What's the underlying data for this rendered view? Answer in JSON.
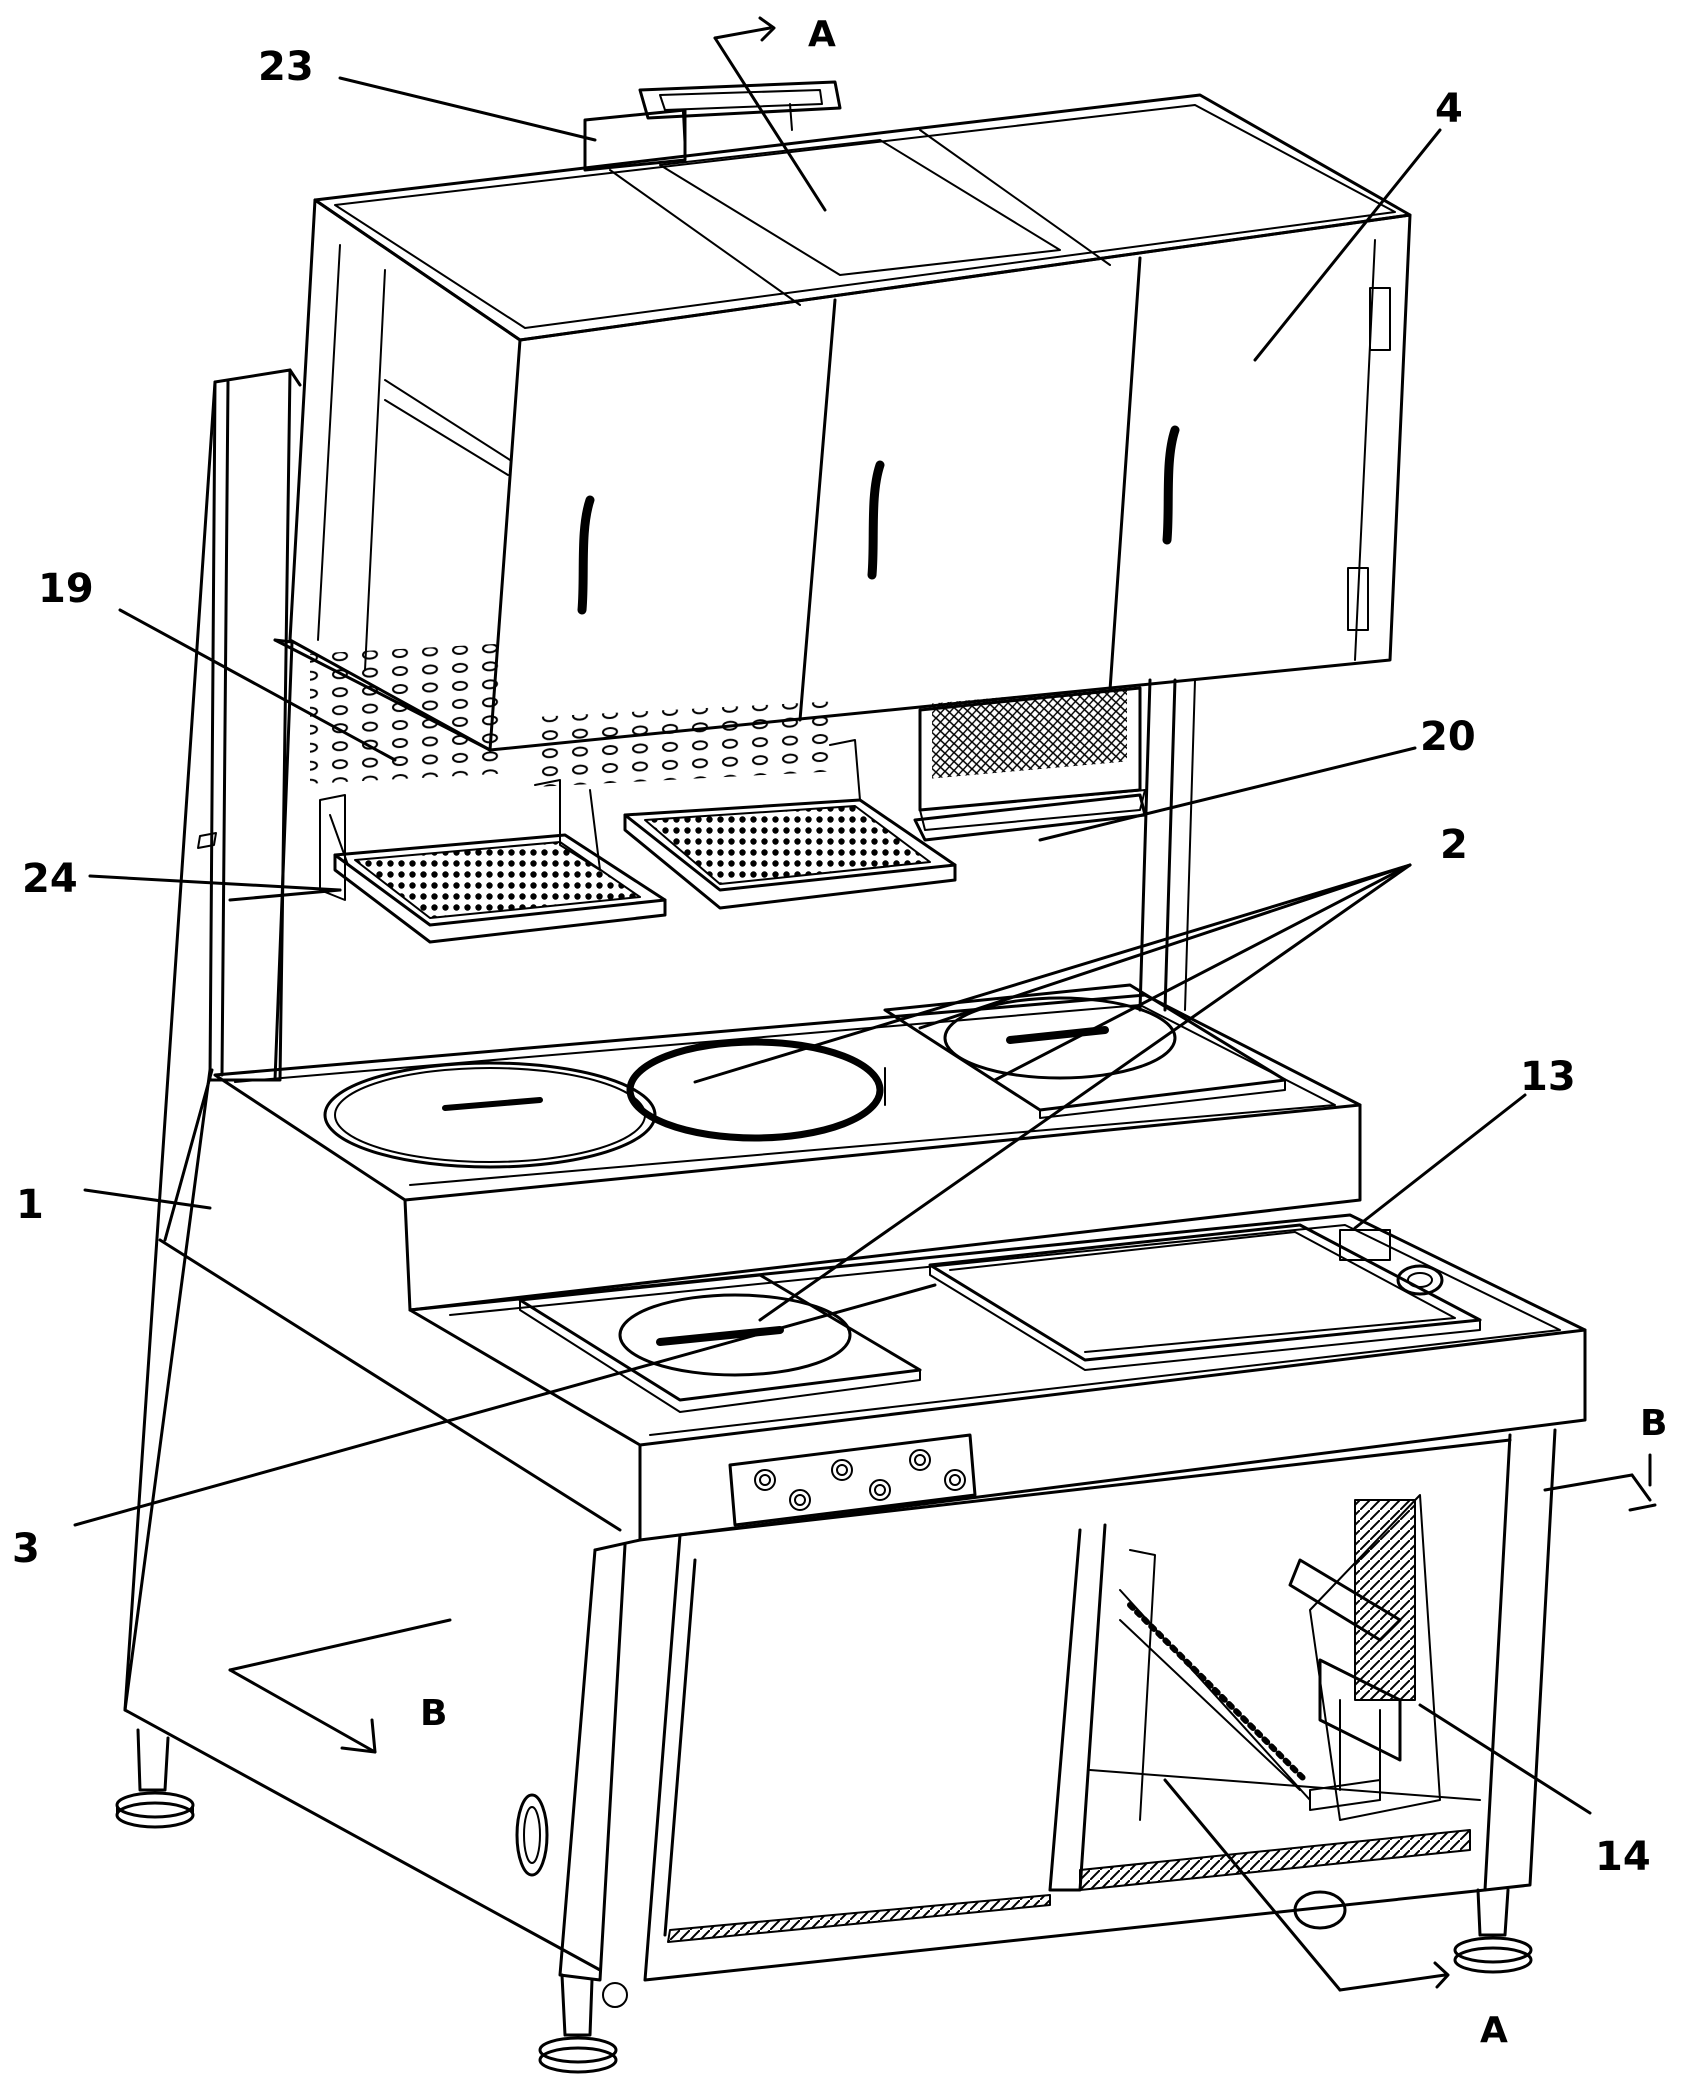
{
  "figure": {
    "labels": {
      "n1": "1",
      "n2": "2",
      "n3": "3",
      "n4": "4",
      "n13": "13",
      "n14": "14",
      "n19": "19",
      "n20": "20",
      "n23": "23",
      "n24": "24"
    },
    "section_marks": {
      "a_top": "A",
      "a_bottom": "A",
      "b_left": "B",
      "b_right": "B"
    }
  }
}
